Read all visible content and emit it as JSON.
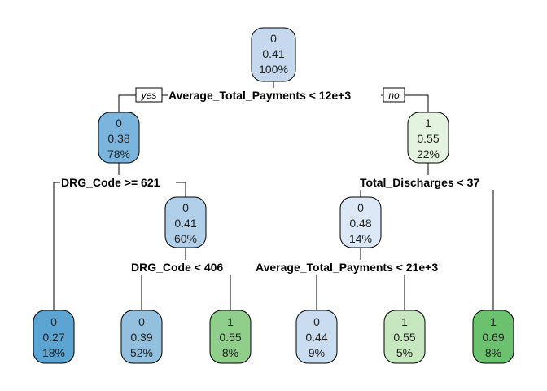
{
  "tree": {
    "branch_labels": {
      "yes": "yes",
      "no": "no"
    },
    "nodes": {
      "n1": {
        "class": "0",
        "prob": "0.41",
        "pct": "100%",
        "fill": "#c6d8ee"
      },
      "n2": {
        "class": "0",
        "prob": "0.38",
        "pct": "78%",
        "fill": "#7bb4dc"
      },
      "n3": {
        "class": "1",
        "prob": "0.55",
        "pct": "22%",
        "fill": "#e4f3df"
      },
      "n4": {
        "class": "0",
        "prob": "0.27",
        "pct": "18%",
        "fill": "#5ca5d3"
      },
      "n5": {
        "class": "0",
        "prob": "0.41",
        "pct": "60%",
        "fill": "#b1cfe8"
      },
      "n6": {
        "class": "0",
        "prob": "0.39",
        "pct": "52%",
        "fill": "#93c0df"
      },
      "n7": {
        "class": "1",
        "prob": "0.55",
        "pct": "8%",
        "fill": "#8fce8b"
      },
      "n8": {
        "class": "0",
        "prob": "0.48",
        "pct": "14%",
        "fill": "#dce8f5"
      },
      "n9": {
        "class": "0",
        "prob": "0.44",
        "pct": "9%",
        "fill": "#c9dcf0"
      },
      "n10": {
        "class": "1",
        "prob": "0.55",
        "pct": "5%",
        "fill": "#c7e7c0"
      },
      "n11": {
        "class": "1",
        "prob": "0.69",
        "pct": "8%",
        "fill": "#6cc16f"
      }
    },
    "splits": {
      "s1": "Average_Total_Payments < 12e+3",
      "s2": "DRG_Code >= 621",
      "s3": "Total_Discharges < 37",
      "s4": "DRG_Code < 406",
      "s5": "Average_Total_Payments < 21e+3"
    }
  }
}
